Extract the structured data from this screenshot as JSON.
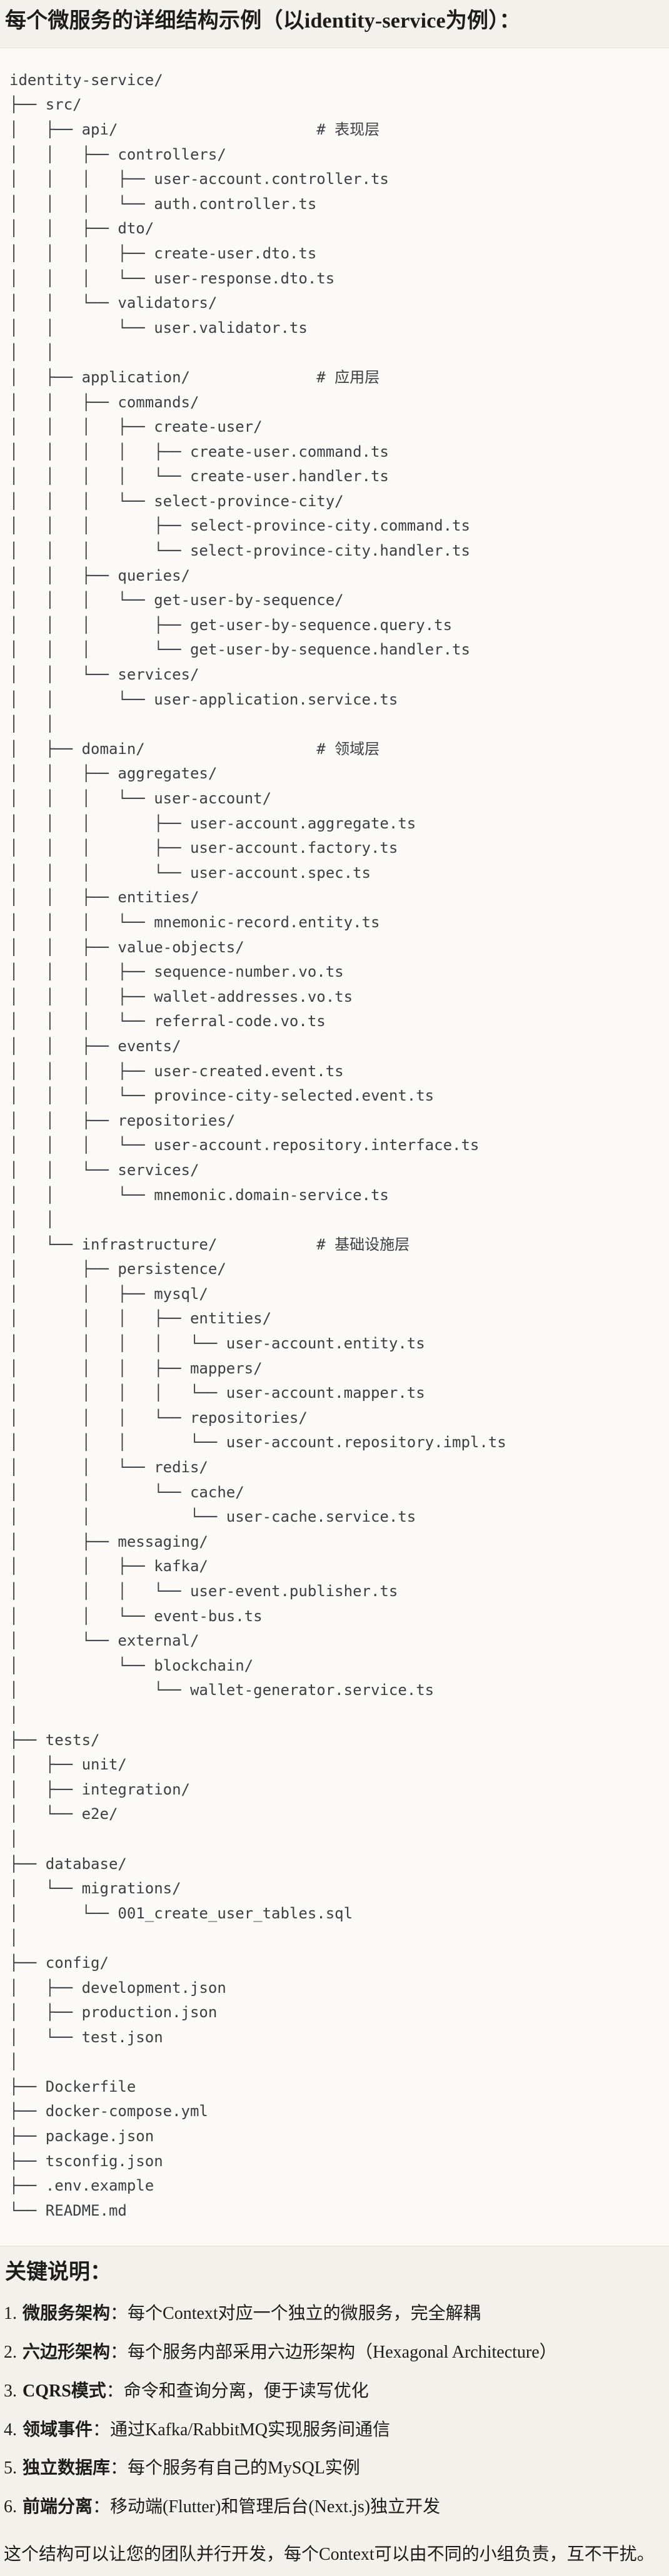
{
  "page": {
    "title": "每个微服务的详细结构示例（以identity-service为例）："
  },
  "tree": {
    "lines": [
      "identity-service/",
      "├── src/",
      "│   ├── api/                      # 表现层",
      "│   │   ├── controllers/",
      "│   │   │   ├── user-account.controller.ts",
      "│   │   │   └── auth.controller.ts",
      "│   │   ├── dto/",
      "│   │   │   ├── create-user.dto.ts",
      "│   │   │   └── user-response.dto.ts",
      "│   │   └── validators/",
      "│   │       └── user.validator.ts",
      "│   │",
      "│   ├── application/              # 应用层",
      "│   │   ├── commands/",
      "│   │   │   ├── create-user/",
      "│   │   │   │   ├── create-user.command.ts",
      "│   │   │   │   └── create-user.handler.ts",
      "│   │   │   └── select-province-city/",
      "│   │   │       ├── select-province-city.command.ts",
      "│   │   │       └── select-province-city.handler.ts",
      "│   │   ├── queries/",
      "│   │   │   └── get-user-by-sequence/",
      "│   │   │       ├── get-user-by-sequence.query.ts",
      "│   │   │       └── get-user-by-sequence.handler.ts",
      "│   │   └── services/",
      "│   │       └── user-application.service.ts",
      "│   │",
      "│   ├── domain/                   # 领域层",
      "│   │   ├── aggregates/",
      "│   │   │   └── user-account/",
      "│   │   │       ├── user-account.aggregate.ts",
      "│   │   │       ├── user-account.factory.ts",
      "│   │   │       └── user-account.spec.ts",
      "│   │   ├── entities/",
      "│   │   │   └── mnemonic-record.entity.ts",
      "│   │   ├── value-objects/",
      "│   │   │   ├── sequence-number.vo.ts",
      "│   │   │   ├── wallet-addresses.vo.ts",
      "│   │   │   └── referral-code.vo.ts",
      "│   │   ├── events/",
      "│   │   │   ├── user-created.event.ts",
      "│   │   │   └── province-city-selected.event.ts",
      "│   │   ├── repositories/",
      "│   │   │   └── user-account.repository.interface.ts",
      "│   │   └── services/",
      "│   │       └── mnemonic.domain-service.ts",
      "│   │",
      "│   └── infrastructure/           # 基础设施层",
      "│       ├── persistence/",
      "│       │   ├── mysql/",
      "│       │   │   ├── entities/",
      "│       │   │   │   └── user-account.entity.ts",
      "│       │   │   ├── mappers/",
      "│       │   │   │   └── user-account.mapper.ts",
      "│       │   │   └── repositories/",
      "│       │   │       └── user-account.repository.impl.ts",
      "│       │   └── redis/",
      "│       │       └── cache/",
      "│       │           └── user-cache.service.ts",
      "│       ├── messaging/",
      "│       │   ├── kafka/",
      "│       │   │   └── user-event.publisher.ts",
      "│       │   └── event-bus.ts",
      "│       └── external/",
      "│           └── blockchain/",
      "│               └── wallet-generator.service.ts",
      "│",
      "├── tests/",
      "│   ├── unit/",
      "│   ├── integration/",
      "│   └── e2e/",
      "│",
      "├── database/",
      "│   └── migrations/",
      "│       └── 001_create_user_tables.sql",
      "│",
      "├── config/",
      "│   ├── development.json",
      "│   ├── production.json",
      "│   └── test.json",
      "│",
      "├── Dockerfile",
      "├── docker-compose.yml",
      "├── package.json",
      "├── tsconfig.json",
      "├── .env.example",
      "└── README.md"
    ]
  },
  "notes": {
    "heading": "关键说明：",
    "items": [
      {
        "num": "1.",
        "term": "微服务架构",
        "desc": "：每个Context对应一个独立的微服务，完全解耦"
      },
      {
        "num": "2.",
        "term": "六边形架构",
        "desc": "：每个服务内部采用六边形架构（Hexagonal Architecture）"
      },
      {
        "num": "3.",
        "term": "CQRS模式",
        "desc": "：命令和查询分离，便于读写优化"
      },
      {
        "num": "4.",
        "term": "领域事件",
        "desc": "：通过Kafka/RabbitMQ实现服务间通信"
      },
      {
        "num": "5.",
        "term": "独立数据库",
        "desc": "：每个服务有自己的MySQL实例"
      },
      {
        "num": "6.",
        "term": "前端分离",
        "desc": "：移动端(Flutter)和管理后台(Next.js)独立开发"
      }
    ],
    "footer": "这个结构可以让您的团队并行开发，每个Context可以由不同的小组负责，互不干扰。"
  },
  "colors": {
    "page_background": "#f2f1ec",
    "code_background": "#fbfaf7",
    "code_border": "#e3e1dc",
    "tree_text": "#3b4045",
    "body_text": "#1c1c1c"
  }
}
